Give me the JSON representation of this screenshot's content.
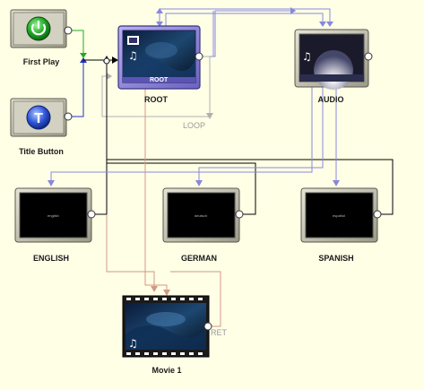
{
  "nodes": {
    "first_play": {
      "label": "First Play"
    },
    "title_button": {
      "label": "Title Button"
    },
    "root": {
      "label": "ROOT",
      "tag": "ROOT"
    },
    "audio": {
      "label": "AUDIO"
    },
    "english": {
      "label": "ENGLISH",
      "screen_text": "english"
    },
    "german": {
      "label": "GERMAN",
      "screen_text": "deutsch"
    },
    "spanish": {
      "label": "SPANISH",
      "screen_text": "español"
    },
    "movie1": {
      "label": "Movie 1"
    }
  },
  "connection_labels": {
    "loop": "LOOP",
    "ret": "RET"
  },
  "colors": {
    "background": "#ffffe6",
    "selected_frame": "#8f86d9",
    "node_frame": "#c8c6b6",
    "link_blue": "#8888dd",
    "link_black": "#000000",
    "link_green": "#22aa22",
    "link_salmon": "#d09a84",
    "link_gray": "#b0b0b0"
  }
}
